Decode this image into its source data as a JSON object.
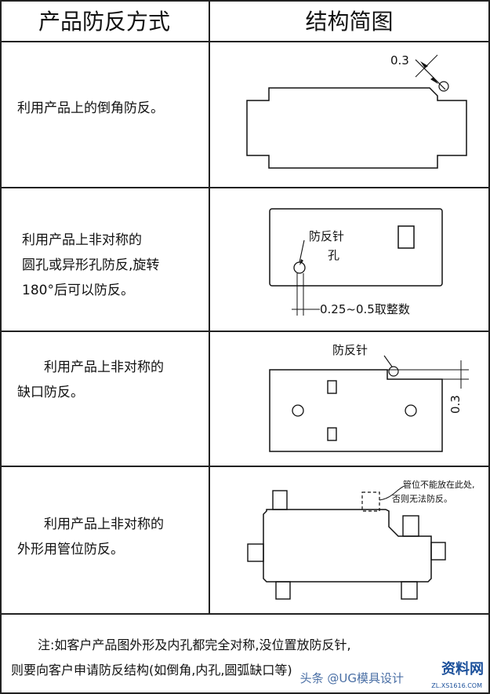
{
  "headers": {
    "method": "产品防反方式",
    "diagram": "结构简图"
  },
  "rows": [
    {
      "text_lines": [
        "利用产品上的倒角防反。"
      ],
      "annotations": {
        "dimension": "0.3"
      }
    },
    {
      "text_lines": [
        "利用产品上非对称的",
        "圆孔或异形孔防反,旋转",
        "180°后可以防反。"
      ],
      "annotations": {
        "pin_label_1": "防反针",
        "pin_label_2": "孔",
        "dimension": "0.25~0.5取整数"
      }
    },
    {
      "text_lines": [
        "利用产品上非对称的",
        "缺口防反。"
      ],
      "annotations": {
        "pin_label": "防反针",
        "dimension": "0.3"
      }
    },
    {
      "text_lines": [
        "利用产品上非对称的",
        "外形用管位防反。"
      ],
      "annotations": {
        "note_line_1": "管位不能放在此处,",
        "note_line_2": "否则无法防反。"
      }
    }
  ],
  "footer": {
    "note_line_1": "注:如客户产品图外形及内孔都完全对称,没位置放防反针,",
    "note_line_2": "则要向客户申请防反结构(如倒角,内孔,圆弧缺口等)"
  },
  "watermark": {
    "text": "头条 @UG模具设计",
    "logo": "资料网",
    "logo_sub": "ZL.XS1616.COM"
  }
}
